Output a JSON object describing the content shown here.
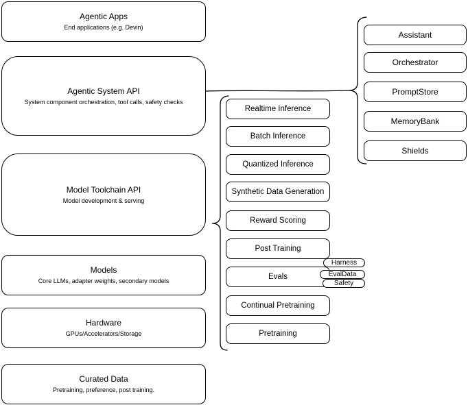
{
  "diagram": {
    "colors": {
      "stroke": "#000000",
      "background": "#ffffff",
      "box_fill": "#ffffff"
    },
    "left_stack": [
      {
        "title": "Agentic Apps",
        "subtitle": "End applications (e.g. Devin)"
      },
      {
        "title": "Agentic System API",
        "subtitle": "System component orchestration, tool calls, safety checks"
      },
      {
        "title": "Model Toolchain API",
        "subtitle": "Model development & serving"
      },
      {
        "title": "Models",
        "subtitle": "Core LLMs, adapter weights, secondary models"
      },
      {
        "title": "Hardware",
        "subtitle": "GPUs/Accelerators/Storage"
      },
      {
        "title": "Curated Data",
        "subtitle": "Pretraining, preference, post training."
      }
    ],
    "toolchain_services": [
      "Realtime Inference",
      "Batch Inference",
      "Quantized Inference",
      "Synthetic Data Generation",
      "Reward Scoring",
      "Post Training",
      "Evals",
      "Continual Pretraining",
      "Pretraining"
    ],
    "evals_tags": [
      "Harness",
      "EvalData",
      "Safety"
    ],
    "system_components": [
      "Assistant",
      "Orchestrator",
      "PromptStore",
      "MemoryBank",
      "Shields"
    ]
  }
}
